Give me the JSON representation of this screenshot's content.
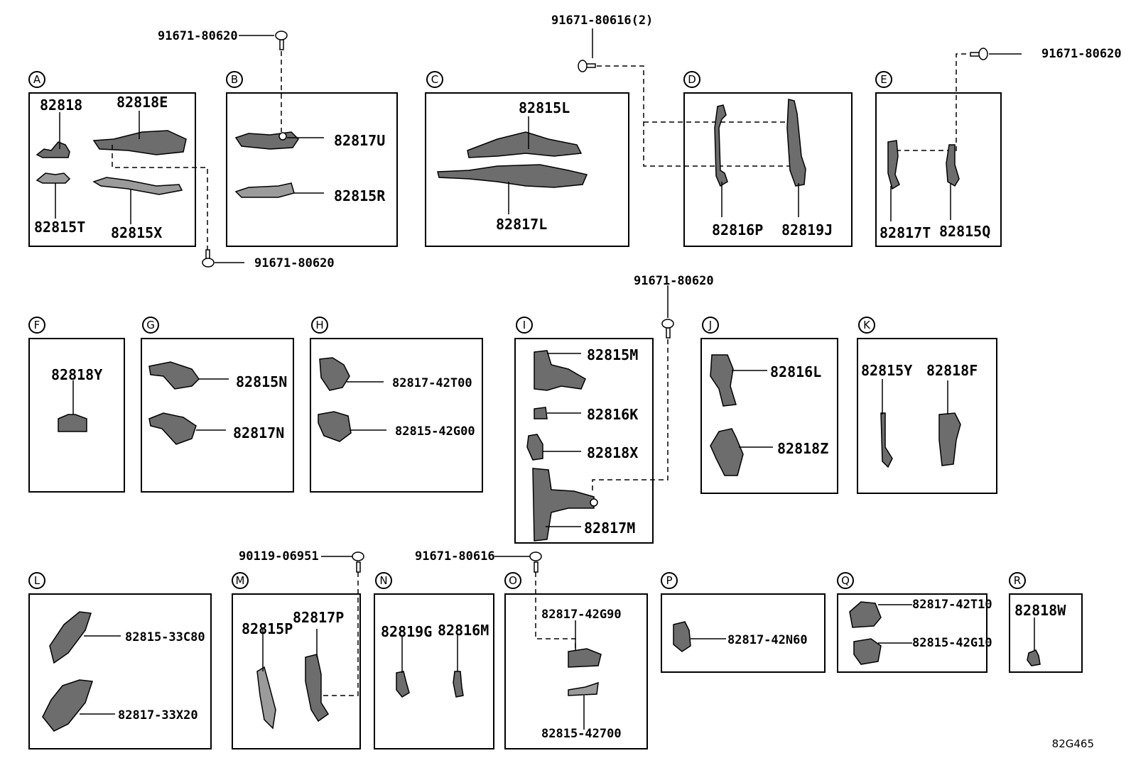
{
  "diagram_code": "82G465",
  "sections": [
    {
      "id": "A",
      "parts": [
        "82818",
        "82818E",
        "82815T",
        "82815X"
      ]
    },
    {
      "id": "B",
      "parts": [
        "82817U",
        "82815R"
      ]
    },
    {
      "id": "C",
      "parts": [
        "82815L",
        "82817L"
      ]
    },
    {
      "id": "D",
      "parts": [
        "82816P",
        "82819J"
      ]
    },
    {
      "id": "E",
      "parts": [
        "82817T",
        "82815Q"
      ]
    },
    {
      "id": "F",
      "parts": [
        "82818Y"
      ]
    },
    {
      "id": "G",
      "parts": [
        "82815N",
        "82817N"
      ]
    },
    {
      "id": "H",
      "parts": [
        "82817-42T00",
        "82815-42G00"
      ]
    },
    {
      "id": "I",
      "parts": [
        "82815M",
        "82816K",
        "82818X",
        "82817M"
      ]
    },
    {
      "id": "J",
      "parts": [
        "82816L",
        "82818Z"
      ]
    },
    {
      "id": "K",
      "parts": [
        "82815Y",
        "82818F"
      ]
    },
    {
      "id": "L",
      "parts": [
        "82815-33C80",
        "82817-33X20"
      ]
    },
    {
      "id": "M",
      "parts": [
        "82815P",
        "82817P"
      ]
    },
    {
      "id": "N",
      "parts": [
        "82819G",
        "82816M"
      ]
    },
    {
      "id": "O",
      "parts": [
        "82817-42G90",
        "82815-42700"
      ]
    },
    {
      "id": "P",
      "parts": [
        "82817-42N60"
      ]
    },
    {
      "id": "Q",
      "parts": [
        "82817-42T10",
        "82815-42G10"
      ]
    },
    {
      "id": "R",
      "parts": [
        "82818W"
      ]
    }
  ],
  "fasteners": [
    "91671-80620",
    "91671-80616(2)",
    "91671-80620",
    "91671-80620",
    "91671-80620",
    "90119-06951",
    "91671-80616"
  ]
}
